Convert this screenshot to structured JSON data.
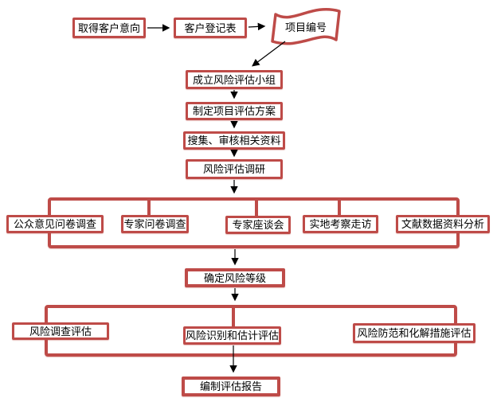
{
  "colors": {
    "accent": "#BE4B48",
    "line": "#000000",
    "background": "#FFFFFF"
  },
  "top_row": {
    "boxes": [
      {
        "label": "取得客户意向"
      },
      {
        "label": "客户登记表"
      },
      {
        "label": "项目编号",
        "shape": "wave-flag"
      }
    ]
  },
  "main_chain": [
    "成立风险评估小组",
    "制定项目评估方案",
    "搜集、审核相关资料",
    "风险评估调研"
  ],
  "research_methods": [
    "公众意见问卷调查",
    "专家问卷调查",
    "专家座谈会",
    "实地考察走访",
    "文献数据资料分析"
  ],
  "risk_level_label": "确定风险等级",
  "evaluations": [
    "风险调查评估",
    "风险识别和估计评估",
    "风险防范和化解措施评估"
  ],
  "report_label": "编制评估报告"
}
